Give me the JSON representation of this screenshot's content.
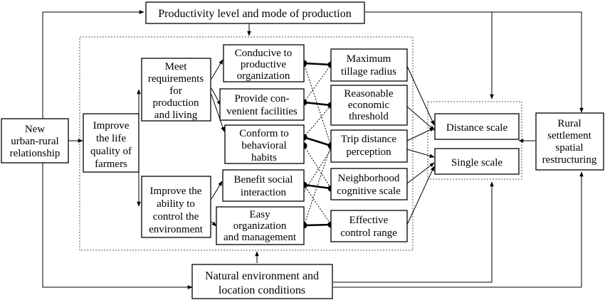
{
  "nodes": {
    "productivity": "Productivity level and mode of production",
    "natural": [
      "Natural environment and",
      "location conditions"
    ],
    "new_urban_rural": [
      "New",
      "urban-rural",
      "relationship"
    ],
    "improve_life": [
      "Improve",
      "the life",
      "quality of",
      "farmers"
    ],
    "meet_requirements": [
      "Meet",
      "requirements",
      "for",
      "production",
      "and living"
    ],
    "improve_ability": [
      "Improve the",
      "ability to",
      "control the",
      "environment"
    ],
    "conducive": [
      "Conducive to",
      "productive",
      "organization"
    ],
    "provide": [
      "Provide con-",
      "venient facilities"
    ],
    "conform": [
      "Conform to",
      "behavioral",
      "habits"
    ],
    "benefit": [
      "Benefit social",
      "interaction"
    ],
    "easy": [
      "Easy",
      "organization",
      "and management"
    ],
    "max_tillage": [
      "Maximum",
      "tillage radius"
    ],
    "reasonable": [
      "Reasonable",
      "economic",
      "threshold"
    ],
    "trip": [
      "Trip distance",
      "perception"
    ],
    "neighborhood": [
      "Neighborhood",
      "cognitive scale"
    ],
    "effective": [
      "Effective",
      "control range"
    ],
    "distance_scale": "Distance scale",
    "single_scale": "Single scale",
    "rural_settlement": [
      "Rural",
      "settlement",
      "spatial",
      "restructuring"
    ]
  }
}
